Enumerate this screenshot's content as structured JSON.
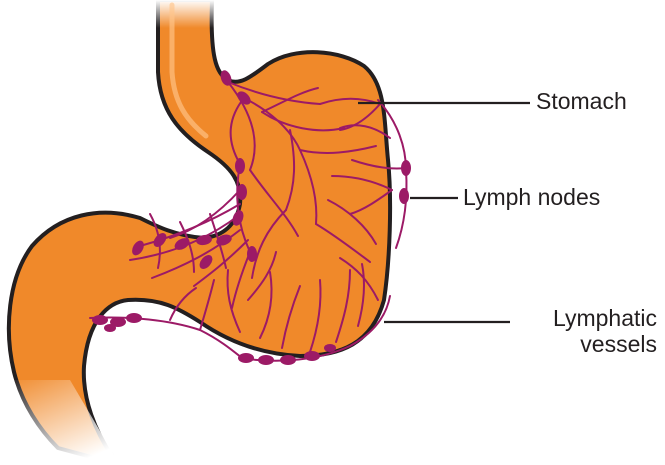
{
  "labels": {
    "stomach": "Stomach",
    "lymph_nodes": "Lymph nodes",
    "lymphatic_vessels_line1": "Lymphatic",
    "lymphatic_vessels_line2": "vessels"
  },
  "colors": {
    "organ_fill": "#f0892a",
    "organ_outline": "#231f20",
    "lymph": "#9c1a66",
    "leader_line": "#231f20",
    "text": "#231f20"
  }
}
